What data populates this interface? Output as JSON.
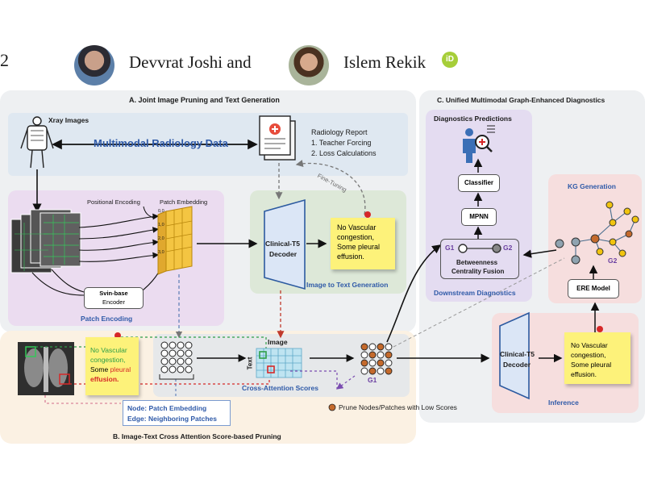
{
  "header": {
    "page_number": "2",
    "author1": "Devvrat Joshi and",
    "author2": "Islem Rekik",
    "orcid_badge": "iD"
  },
  "panel_a": {
    "title": "A. Joint Image Pruning and Text Generation",
    "xray_label": "Xray Images",
    "mm_data": "Multimodal Radiology Data",
    "report_title": "Radiology Report",
    "report_item1": "1. Teacher Forcing",
    "report_item2": "2. Loss Calculations",
    "fine_tuning": "Fine-Tuning",
    "positional_encoding": "Positional Encoding",
    "patch_embedding": "Patch Embedding",
    "pos_codes": [
      "0,0",
      "1,0",
      "2,0",
      "3,0"
    ],
    "swin_line1": "Svin-base",
    "swin_line2": "Encoder",
    "patch_encoding": "Patch Encoding",
    "decoder_line1": "Clinical-T5",
    "decoder_line2": "Decoder",
    "sticky_text": [
      "No Vascular",
      "congestion,",
      "Some pleural",
      "effusion."
    ],
    "image_to_text": "Image to Text Generation"
  },
  "panel_b": {
    "title": "B. Image-Text Cross Attention Score-based Pruning",
    "sticky_line1": "No Vascular",
    "sticky_line2": "congestion,",
    "sticky_line3a": "Some ",
    "sticky_line3b": "pleural",
    "sticky_line4": "effusion.",
    "node_edge_line1": "Node: Patch Embedding",
    "node_edge_line2": "Edge: Neighboring Patches",
    "image_axis": "Image",
    "text_axis": "Text",
    "cross_attention": "Cross-Attention Scores",
    "g1": "G1",
    "prune_legend": "Prune Nodes/Patches with Low Scores"
  },
  "panel_c": {
    "title": "C. Unified Multimodal Graph-Enhanced Diagnostics",
    "diag_predictions": "Diagnostics Predictions",
    "classifier": "Classifier",
    "mpnn": "MPNN",
    "g1": "G1",
    "g2": "G2",
    "btw_line1": "Betweenness",
    "btw_line2": "Centrality Fusion",
    "downstream": "Downstream Diagnostics",
    "kg_generation": "KG Generation",
    "kg_g2": "G2",
    "ere_model": "ERE Model",
    "decoder_line1": "Clinical-T5",
    "decoder_line2": "Decoder",
    "sticky_text": [
      "No Vascular",
      "congestion,",
      "Some pleural",
      "effusion."
    ],
    "inference": "Inference"
  },
  "colors": {
    "panel_bg": "#eef0f2",
    "data_bar": "#dfe8f1",
    "patch_panel": "#ebdcf0",
    "decoder_panel": "#dde8d8",
    "bottom_panel": "#fbf1e3",
    "downstream_panel": "#e4dcf1",
    "kg_panel": "#f6dede",
    "sticky": "#fdf27a",
    "patch_yellow": "#f4c542",
    "node_orange": "#c46a2c",
    "highlight_red": "#d62828",
    "purple_text": "#6a3fa0",
    "blue_text": "#2f5aa8"
  }
}
